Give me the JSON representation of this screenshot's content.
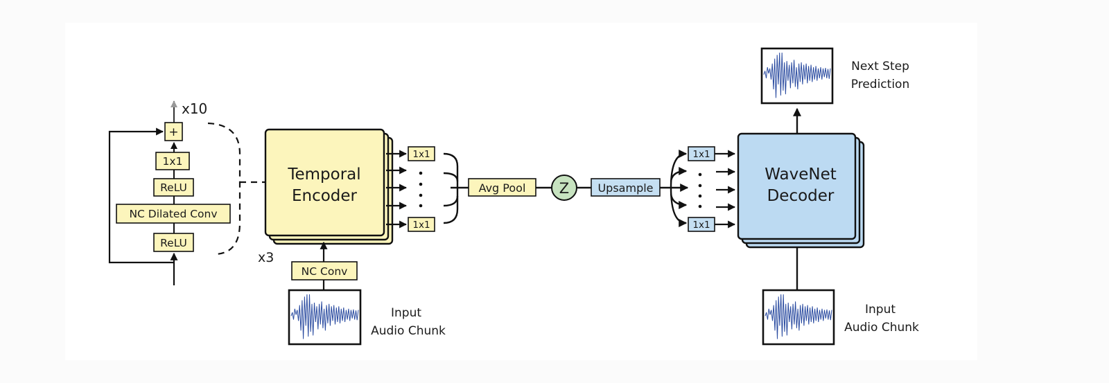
{
  "colors": {
    "encoder_fill": "#fcf5bc",
    "decoder_fill": "#bcdaf2",
    "upsample_fill": "#c5dff2",
    "latent_fill": "#c7e3c0",
    "waveform_stroke": "#2a4ba0",
    "line": "#111111"
  },
  "residual_block": {
    "repeat_label": "x10",
    "layers": [
      "+",
      "1x1",
      "ReLU",
      "NC Dilated Conv",
      "ReLU"
    ]
  },
  "encoder": {
    "title_line1": "Temporal",
    "title_line2": "Encoder",
    "stack_label": "x3",
    "input_conv": "NC Conv",
    "output_conv_top": "1x1",
    "output_conv_bottom": "1x1",
    "input_label_line1": "Input",
    "input_label_line2": "Audio Chunk"
  },
  "bottleneck": {
    "pool": "Avg Pool",
    "latent": "Z",
    "upsample": "Upsample"
  },
  "decoder": {
    "title_line1": "WaveNet",
    "title_line2": "Decoder",
    "input_conv_top": "1x1",
    "input_conv_bottom": "1x1",
    "output_label_line1": "Next Step",
    "output_label_line2": "Prediction",
    "input_label_line1": "Input",
    "input_label_line2": "Audio Chunk"
  },
  "waveform": {
    "samples": [
      0.05,
      0.2,
      -0.1,
      0.35,
      0.1,
      0.3,
      -0.15,
      0.5,
      -0.55,
      0.7,
      -0.9,
      0.85,
      -0.35,
      0.95,
      -0.8,
      1.0,
      -0.6,
      0.55,
      -0.75,
      0.6,
      -0.2,
      0.45,
      -0.5,
      0.55,
      -0.3,
      0.65,
      -0.45,
      0.35,
      -0.55,
      0.5,
      -0.25,
      0.55,
      -0.35,
      0.45,
      -0.15,
      0.5,
      -0.3,
      0.4,
      -0.2,
      0.45,
      -0.25,
      0.35,
      -0.15,
      0.4,
      -0.2,
      0.3,
      -0.1,
      0.35,
      -0.15,
      0.3,
      -0.05,
      0.32,
      -0.1,
      0.28,
      -0.12,
      0.3
    ]
  }
}
